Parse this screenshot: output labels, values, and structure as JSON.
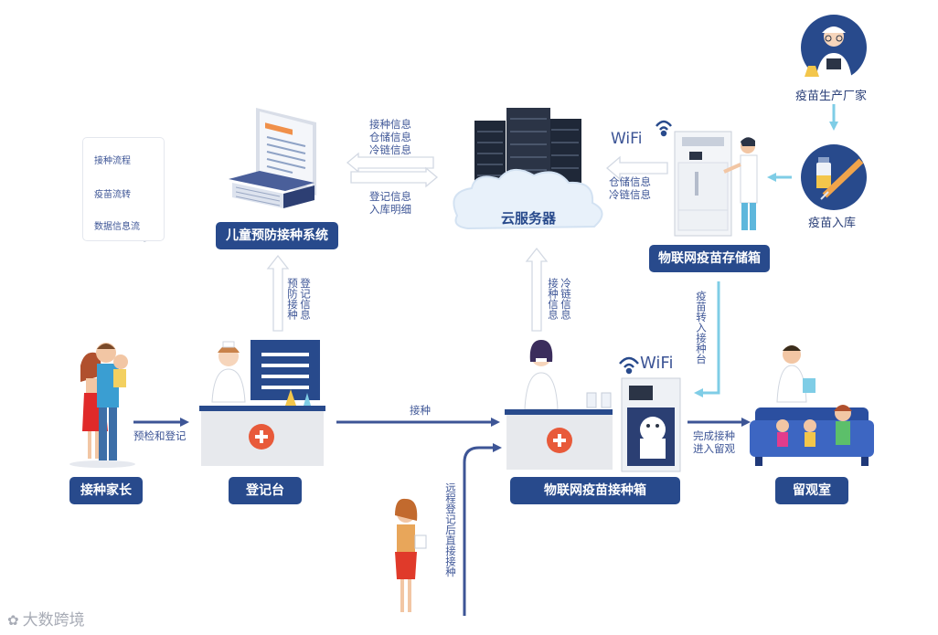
{
  "legend": {
    "items": [
      {
        "label": "接种流程"
      },
      {
        "label": "疫苗流转"
      },
      {
        "label": "数据信息流"
      }
    ]
  },
  "nodes": {
    "system": "儿童预防接种系统",
    "cloud": "云服务器",
    "storage": "物联网疫苗存储箱",
    "factory": "疫苗生产厂家",
    "intake": "疫苗入库",
    "parent": "接种家长",
    "registration": "登记台",
    "vaccination": "物联网疫苗接种箱",
    "observation": "留观室"
  },
  "flows": {
    "cloud_to_system": [
      "接种信息",
      "仓储信息",
      "冷链信息"
    ],
    "system_to_cloud": [
      "登记信息",
      "入库明细"
    ],
    "storage_to_cloud": [
      "仓储信息",
      "冷链信息"
    ],
    "wifi_top": "WiFi",
    "wifi_box": "WiFi",
    "reg_to_system": "登记信息",
    "reg_to_system_2": "预防接种",
    "vac_to_cloud_1": "冷链信息",
    "vac_to_cloud_2": "接种信息",
    "storage_to_vac": "疫苗转入接种台",
    "parent_to_reg": "预检和登记",
    "reg_to_vac": "接种",
    "vac_to_obs_1": "完成接种",
    "vac_to_obs_2": "进入留观",
    "remote": "远程登记后直接接种"
  },
  "watermark": "大数跨境",
  "colors": {
    "label_bg": "#284a8c",
    "process_arrow": "#3d5596",
    "vaccine_arrow": "#7fcde6",
    "data_arrow": "#e1e5ec"
  }
}
